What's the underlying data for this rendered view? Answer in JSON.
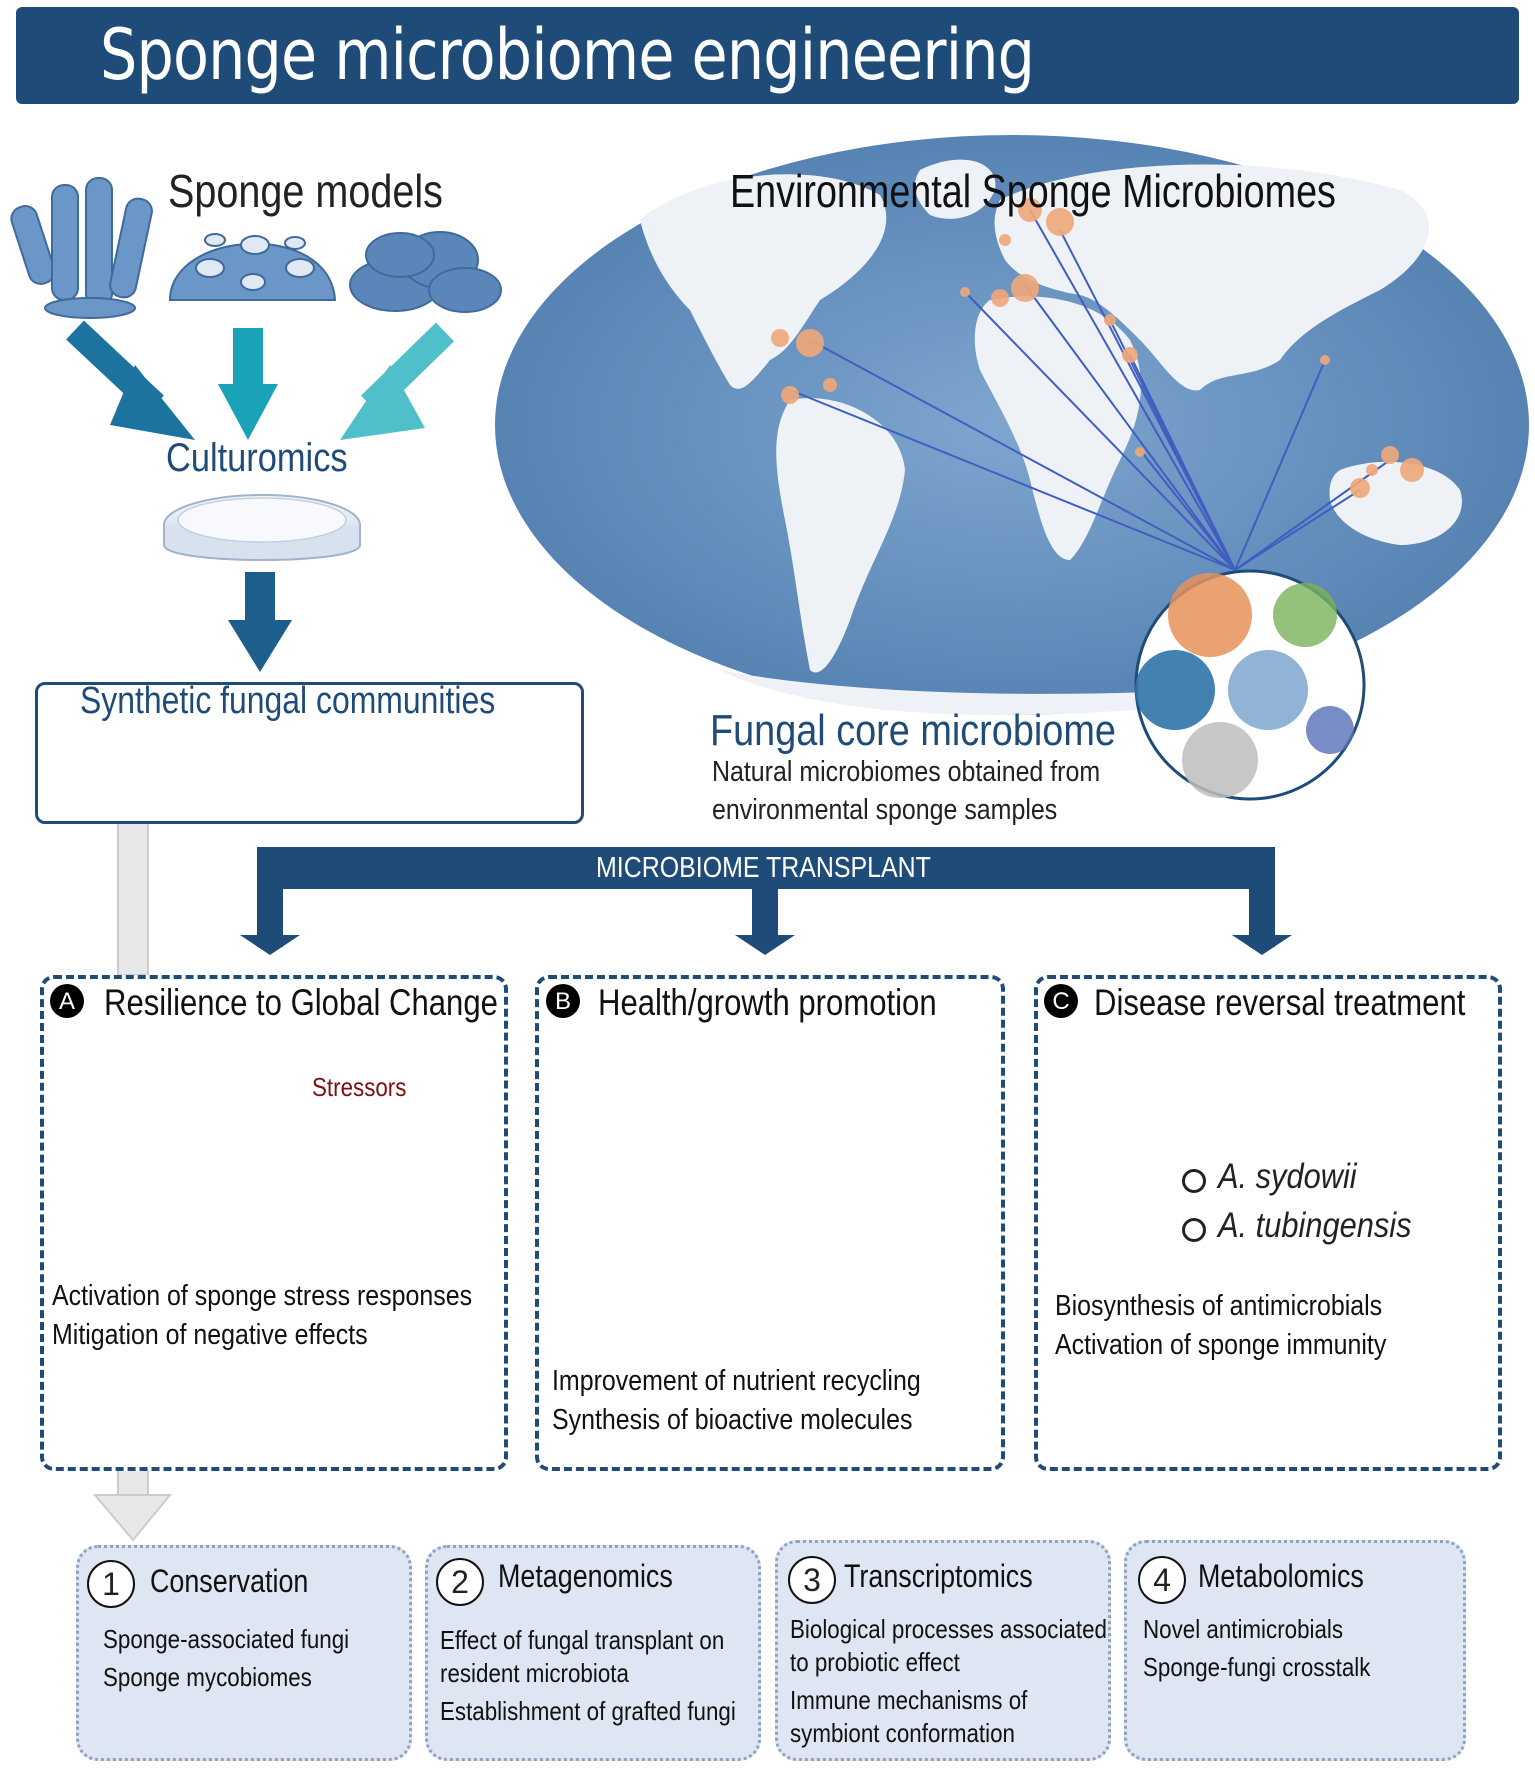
{
  "title": "Sponge microbiome engineering",
  "sponge_models": {
    "title": "Sponge models"
  },
  "culturomics": {
    "label": "Culturomics"
  },
  "synthetic": {
    "title": "Synthetic fungal communities"
  },
  "environmental": {
    "title": "Environmental Sponge Microbiomes",
    "core_title": "Fungal core microbiome",
    "core_desc_1": "Natural microbiomes obtained from",
    "core_desc_2": "environmental sponge samples"
  },
  "transplant": {
    "label": "MICROBIOME TRANSPLANT"
  },
  "panels": {
    "a": {
      "badge": "A",
      "title": "Resilience to Global Change",
      "stressors": "Stressors",
      "lines": [
        "Activation of sponge stress responses",
        "Mitigation of negative effects"
      ]
    },
    "b": {
      "badge": "B",
      "title": "Health/growth promotion",
      "lines": [
        "Improvement of nutrient recycling",
        "Synthesis of bioactive molecules"
      ]
    },
    "c": {
      "badge": "C",
      "title": "Disease reversal treatment",
      "species": [
        "A. sydowii",
        "A. tubingensis"
      ],
      "lines": [
        "Biosynthesis of antimicrobials",
        "Activation of sponge immunity"
      ]
    }
  },
  "bottom": [
    {
      "num": "1",
      "title": "Conservation",
      "lines": [
        "Sponge-associated fungi",
        "Sponge mycobiomes"
      ]
    },
    {
      "num": "2",
      "title": "Metagenomics",
      "lines": [
        "Effect of fungal transplant on",
        "resident microbiota",
        "Establishment of grafted fungi"
      ]
    },
    {
      "num": "3",
      "title": "Transcriptomics",
      "lines": [
        "Biological  processes associated",
        "to probiotic effect",
        "Immune mechanisms of",
        "symbiont conformation"
      ]
    },
    {
      "num": "4",
      "title": "Metabolomics",
      "lines": [
        "Novel antimicrobials",
        "Sponge-fungi crosstalk"
      ]
    }
  ],
  "colors": {
    "navy": "#1f4b78",
    "ocean": "#5b87b8",
    "land": "#eef2f6",
    "sponge": "#6a97c8",
    "fungus_orange": "#e8925a",
    "fungus_gray": "#bdbdbd",
    "fungus_blue": "#5670b8",
    "fungus_yellow": "#e6c43a",
    "fungus_green": "#7ab35a",
    "teal_arrow": "#4fc0c9"
  }
}
